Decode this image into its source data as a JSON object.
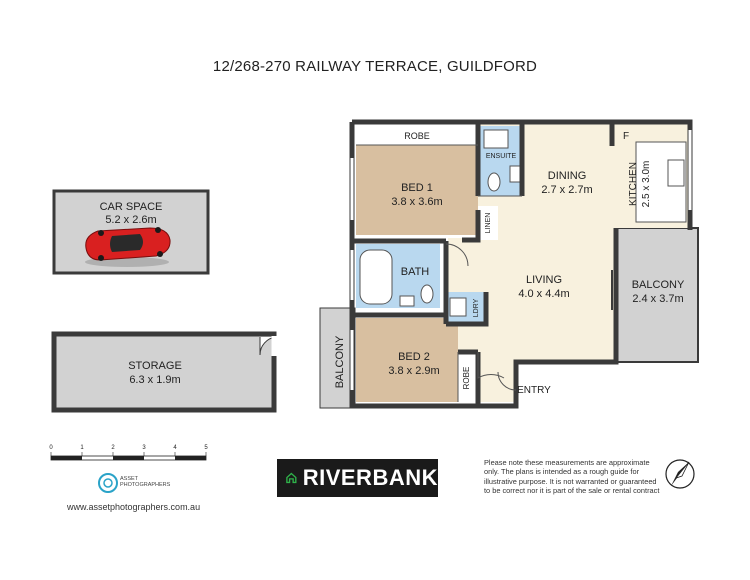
{
  "title": "12/268-270 RAILWAY TERRACE, GUILDFORD",
  "rooms": {
    "car_space": {
      "name": "CAR SPACE",
      "dims": "5.2 x 2.6m"
    },
    "storage": {
      "name": "STORAGE",
      "dims": "6.3 x 1.9m"
    },
    "bed1": {
      "name": "BED 1",
      "dims": "3.8 x 3.6m"
    },
    "bed2": {
      "name": "BED 2",
      "dims": "3.8 x 2.9m"
    },
    "dining": {
      "name": "DINING",
      "dims": "2.7 x 2.7m"
    },
    "living": {
      "name": "LIVING",
      "dims": "4.0 x 4.4m"
    },
    "kitchen": {
      "name": "KITCHEN",
      "dims": "2.5 x 3.0m"
    },
    "balcony_right": {
      "name": "BALCONY",
      "dims": "2.4 x 3.7m"
    },
    "balcony_left": {
      "name": "BALCONY"
    },
    "bath": {
      "name": "BATH"
    },
    "ensuite": {
      "name": "ENSUITE"
    },
    "linen": {
      "name": "LINEN"
    },
    "ldry": {
      "name": "LDRY"
    },
    "robe1": {
      "name": "ROBE"
    },
    "robe2": {
      "name": "ROBE"
    },
    "entry": {
      "name": "ENTRY"
    },
    "fridge": {
      "name": "F"
    }
  },
  "scale": {
    "ticks": [
      "0",
      "1",
      "2",
      "3",
      "4",
      "5"
    ]
  },
  "branding": {
    "photographer_line1": "ASSET",
    "photographer_line2": "PHOTOGRAPHERS",
    "website": "www.assetphotographers.com.au",
    "agency": "RIVERBANK"
  },
  "disclaimer": "Please note these measurements are approximate only. The plans is intended as a rough guide for illustrative purpose. It is not warranted or guaranteed to be correct nor it is part of the sale or rental contract",
  "colors": {
    "bedroom": "#d8bfa0",
    "living": "#f8f1de",
    "wet_area": "#b9d8ef",
    "outdoor": "#d2d2d2",
    "wall": "#3a3a3a",
    "car": "#d92020"
  }
}
